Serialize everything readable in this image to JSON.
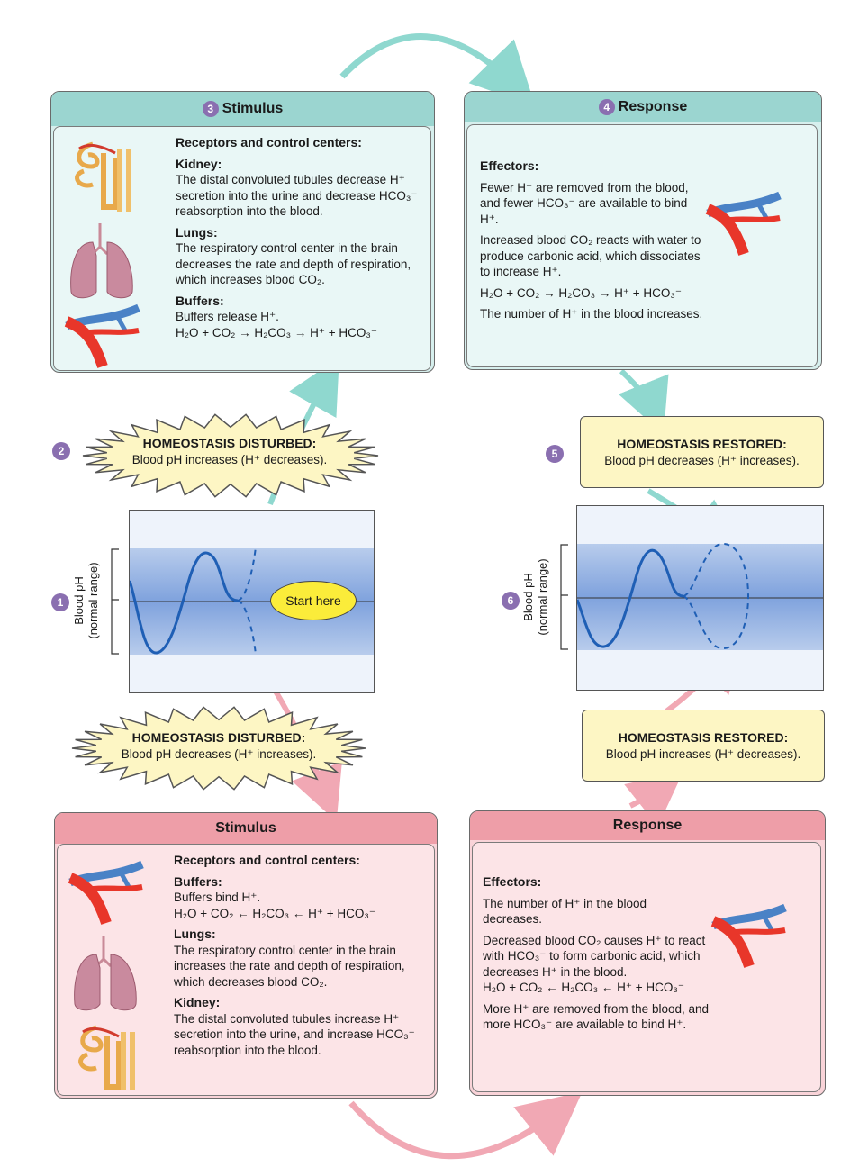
{
  "top_stimulus": {
    "number": "3",
    "title": "Stimulus",
    "receptors_heading": "Receptors and control centers:",
    "kidney_heading": "Kidney:",
    "kidney_text": "The distal convoluted tubules decrease H⁺ secretion into the urine and decrease HCO₃⁻ reabsorption into the blood.",
    "lungs_heading": "Lungs:",
    "lungs_text": "The respiratory control center in the brain decreases the rate and depth of respiration, which increases blood CO₂.",
    "buffers_heading": "Buffers:",
    "buffers_text": "Buffers release H⁺.",
    "buffers_equation": "H₂O + CO₂ → H₂CO₃ → H⁺ + HCO₃⁻"
  },
  "top_response": {
    "number": "4",
    "title": "Response",
    "effectors_heading": "Effectors:",
    "para1": "Fewer H⁺ are removed from the blood, and fewer HCO₃⁻ are available to bind H⁺.",
    "para2": "Increased blood CO₂ reacts with water to produce carbonic acid, which dissociates to increase H⁺.",
    "equation": "H₂O + CO₂ → H₂CO₃ → H⁺ + HCO₃⁻",
    "para3": "The number of H⁺ in the blood increases."
  },
  "disturbed_top": {
    "number": "2",
    "title": "HOMEOSTASIS DISTURBED:",
    "text": "Blood pH increases (H⁺ decreases)."
  },
  "restored_top": {
    "number": "5",
    "title": "HOMEOSTASIS RESTORED:",
    "text": "Blood pH decreases (H⁺ increases)."
  },
  "graph_left": {
    "number": "1",
    "axis_label_line1": "Blood pH",
    "axis_label_line2": "(normal range)",
    "start_label": "Start here"
  },
  "graph_right": {
    "number": "6",
    "axis_label_line1": "Blood pH",
    "axis_label_line2": "(normal range)"
  },
  "disturbed_bottom": {
    "title": "HOMEOSTASIS DISTURBED:",
    "text": "Blood pH decreases (H⁺ increases)."
  },
  "restored_bottom": {
    "title": "HOMEOSTASIS RESTORED:",
    "text": "Blood pH increases (H⁺ decreases)."
  },
  "bottom_stimulus": {
    "title": "Stimulus",
    "receptors_heading": "Receptors and control centers:",
    "buffers_heading": "Buffers:",
    "buffers_text": "Buffers bind H⁺.",
    "buffers_equation": "H₂O + CO₂ ← H₂CO₃ ← H⁺ + HCO₃⁻",
    "lungs_heading": "Lungs:",
    "lungs_text": "The respiratory control center in the brain increases the rate and depth of respiration, which decreases blood CO₂.",
    "kidney_heading": "Kidney:",
    "kidney_text": "The distal convoluted tubules increase H⁺ secretion into the urine, and increase HCO₃⁻ reabsorption into the blood."
  },
  "bottom_response": {
    "title": "Response",
    "effectors_heading": "Effectors:",
    "para1": "The number of H⁺ in the blood decreases.",
    "para2": "Decreased blood CO₂ causes H⁺ to react with HCO₃⁻ to form carbonic acid, which decreases H⁺ in the blood.",
    "equation": "H₂O + CO₂ ← H₂CO₃ ← H⁺ + HCO₃⁻",
    "para3": "More H⁺ are removed from the blood, and more HCO₃⁻ are available to bind H⁺."
  },
  "colors": {
    "teal_panel": "#d6efed",
    "teal_header": "#9bd5d0",
    "pink_panel": "#f9d3d8",
    "pink_header": "#ee9ea8",
    "callout": "#fdf6c4",
    "curve": "#1f5fb5",
    "number_circle": "#8a6fb0"
  }
}
